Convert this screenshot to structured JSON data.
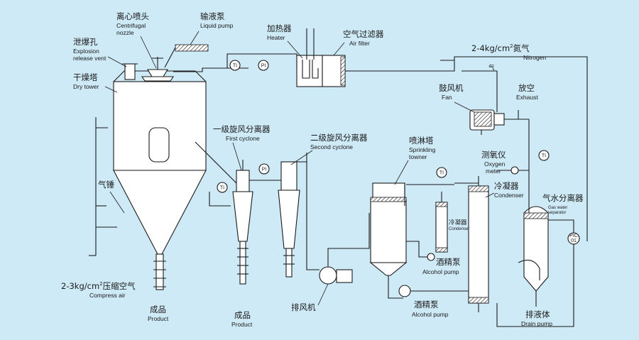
{
  "background_color": "#cfeaf7",
  "labels": {
    "centrifugal_nozzle": {
      "zh": "离心喷头",
      "en1": "Centrifugal",
      "en2": "nozzle"
    },
    "liquid_pump": {
      "zh": "输液泵",
      "en": "Liquid pump"
    },
    "heater": {
      "zh": "加热器",
      "en": "Heater"
    },
    "air_filter": {
      "zh": "空气过滤器",
      "en": "Air filter"
    },
    "explosion_vent": {
      "zh": "泄爆孔",
      "en1": "Explosion",
      "en2": "release vent"
    },
    "dry_tower": {
      "zh": "干燥塔",
      "en": "Dry tower"
    },
    "nitrogen": {
      "pre": "2-4kg/cm",
      "sup": "2",
      "zh": "氮气",
      "en": "Nitrogen"
    },
    "nitrogen_line": "气",
    "fan": {
      "zh": "鼓风机",
      "en": "Fan"
    },
    "exhaust": {
      "zh": "放空",
      "en": "Exhaust"
    },
    "first_cyclone": {
      "zh": "一级旋风分离器",
      "en": "First cyclone"
    },
    "second_cyclone": {
      "zh": "二级旋风分离器",
      "en": "Second cyclone"
    },
    "sprinkling_tower": {
      "zh": "喷淋塔",
      "en1": "Sprinkling",
      "en2": "towner"
    },
    "oxygen_meter": {
      "zh": "测氧仪",
      "en1": "Oxygen",
      "en2": "meter"
    },
    "condenser_main": {
      "zh": "冷凝器",
      "en": "Condenser"
    },
    "condenser_small": {
      "zh": "冷凝器",
      "en": "Condenser"
    },
    "gas_water_separator": {
      "zh": "气水分离器",
      "en1": "Gas water",
      "en2": "separator"
    },
    "air_hammer": {
      "zh": "气锤"
    },
    "compressed_air": {
      "pre": "2-3kg/cm",
      "sup": "2",
      "zh": "压缩空气",
      "en": "Compress air"
    },
    "product_1": {
      "zh": "成品",
      "en": "Product"
    },
    "product_2": {
      "zh": "成品",
      "en": "Product"
    },
    "exhaust_fan": {
      "zh": "排风机"
    },
    "alcohol_pump_1": {
      "zh": "酒精泵",
      "en": "Alcohol pump"
    },
    "alcohol_pump_2": {
      "zh": "酒精泵",
      "en": "Alcohol pump"
    },
    "drain_pump": {
      "zh": "排液体",
      "en": "Drain pump"
    }
  },
  "instruments": {
    "ti": "TI",
    "pi": "PI",
    "pic": "PIC",
    "pic_no": "01"
  }
}
